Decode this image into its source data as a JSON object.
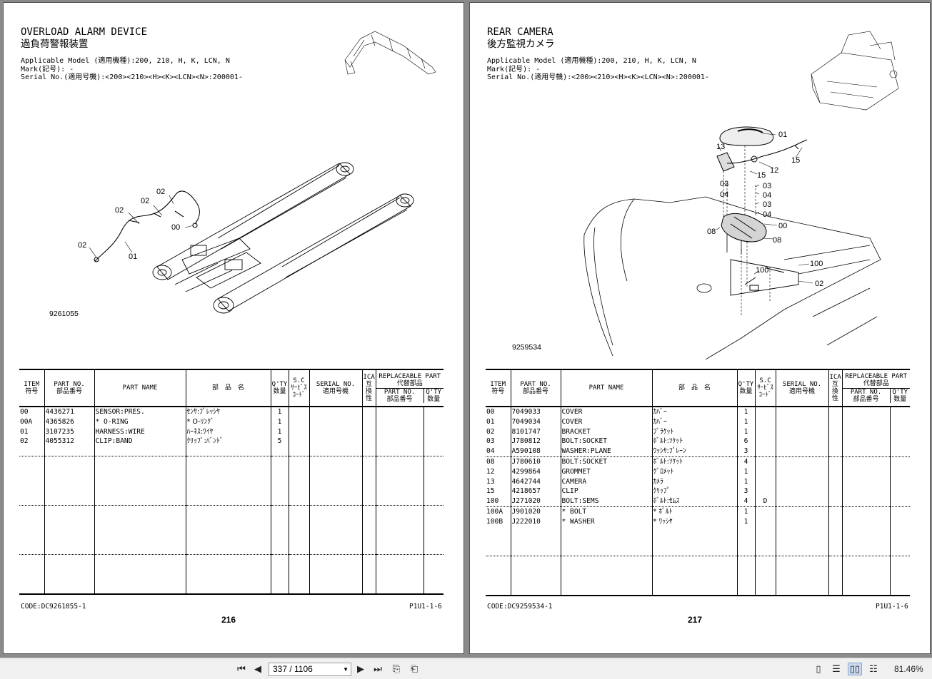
{
  "left_page": {
    "title": "OVERLOAD ALARM DEVICE",
    "title_jp": "過負荷警報装置",
    "applicable": "Applicable Model (適用機種):200, 210, H, K, LCN, N",
    "mark": "Mark(記号): -",
    "serial": "Serial No.(適用号機):<200><210><H><K><LCN><N>:200001-",
    "drawing_no": "9261055",
    "callouts": [
      "02",
      "02",
      "02",
      "02",
      "00",
      "01"
    ],
    "code": "CODE:DC9261055-1",
    "section": "P1U1-1-6",
    "page_number": "216",
    "parts": [
      {
        "item": "00",
        "part_no": "4436271",
        "name": "SENSOR:PRES.",
        "name_jp": "ｾﾝｻ:ﾌﾟﾚｯｼﾔ",
        "qty": "1",
        "sc": "",
        "serial": "",
        "ica": "",
        "rep_no": "",
        "rep_qty": ""
      },
      {
        "item": "00A",
        "part_no": "4365826",
        "name": "* O-RING",
        "name_jp": "* O-ﾘﾝｸﾞ",
        "qty": "1",
        "sc": "",
        "serial": "",
        "ica": "",
        "rep_no": "",
        "rep_qty": ""
      },
      {
        "item": "01",
        "part_no": "3107235",
        "name": "HARNESS:WIRE",
        "name_jp": "ﾊｰﾈｽ:ﾜｲﾔ",
        "qty": "1",
        "sc": "",
        "serial": "",
        "ica": "",
        "rep_no": "",
        "rep_qty": ""
      },
      {
        "item": "02",
        "part_no": "4055312",
        "name": "CLIP:BAND",
        "name_jp": "ｸﾘｯﾌﾟ:ﾊﾞﾝﾄﾞ",
        "qty": "5",
        "sc": "",
        "serial": "",
        "ica": "",
        "rep_no": "",
        "rep_qty": ""
      }
    ]
  },
  "right_page": {
    "title": "REAR CAMERA",
    "title_jp": "後方監視カメラ",
    "applicable": "Applicable Model (適用機種):200, 210, H, K, LCN, N",
    "mark": "Mark(記号): -",
    "serial": "Serial No.(適用号機):<200><210><H><K><LCN><N>:200001-",
    "drawing_no": "9259534",
    "callouts": [
      "01",
      "13",
      "15",
      "12",
      "15",
      "03",
      "04",
      "03",
      "04",
      "03",
      "04",
      "08",
      "00",
      "08",
      "100",
      "100",
      "02"
    ],
    "code": "CODE:DC9259534-1",
    "section": "P1U1-1-6",
    "page_number": "217",
    "parts": [
      {
        "item": "00",
        "part_no": "7049033",
        "name": "COVER",
        "name_jp": "ｶﾊﾞｰ",
        "qty": "1",
        "sc": "",
        "serial": "",
        "ica": "",
        "rep_no": "",
        "rep_qty": ""
      },
      {
        "item": "01",
        "part_no": "7049034",
        "name": "COVER",
        "name_jp": "ｶﾊﾞｰ",
        "qty": "1",
        "sc": "",
        "serial": "",
        "ica": "",
        "rep_no": "",
        "rep_qty": ""
      },
      {
        "item": "02",
        "part_no": "8101747",
        "name": "BRACKET",
        "name_jp": "ﾌﾞﾗｹｯﾄ",
        "qty": "1",
        "sc": "",
        "serial": "",
        "ica": "",
        "rep_no": "",
        "rep_qty": ""
      },
      {
        "item": "03",
        "part_no": "J780812",
        "name": "BOLT:SOCKET",
        "name_jp": "ﾎﾞﾙﾄ:ｿｹｯﾄ",
        "qty": "6",
        "sc": "",
        "serial": "",
        "ica": "",
        "rep_no": "",
        "rep_qty": ""
      },
      {
        "item": "04",
        "part_no": "A590108",
        "name": "WASHER:PLANE",
        "name_jp": "ﾜｯｼﾔ:ﾌﾟﾚｰﾝ",
        "qty": "3",
        "sc": "",
        "serial": "",
        "ica": "",
        "rep_no": "",
        "rep_qty": ""
      },
      {
        "item": "08",
        "part_no": "J780610",
        "name": "BOLT:SOCKET",
        "name_jp": "ﾎﾞﾙﾄ:ｿｹｯﾄ",
        "qty": "4",
        "sc": "",
        "serial": "",
        "ica": "",
        "rep_no": "",
        "rep_qty": ""
      },
      {
        "item": "12",
        "part_no": "4299864",
        "name": "GROMMET",
        "name_jp": "ｸﾞﾛﾒｯﾄ",
        "qty": "1",
        "sc": "",
        "serial": "",
        "ica": "",
        "rep_no": "",
        "rep_qty": ""
      },
      {
        "item": "13",
        "part_no": "4642744",
        "name": "CAMERA",
        "name_jp": "ｶﾒﾗ",
        "qty": "1",
        "sc": "",
        "serial": "",
        "ica": "",
        "rep_no": "",
        "rep_qty": ""
      },
      {
        "item": "15",
        "part_no": "4218657",
        "name": "CLIP",
        "name_jp": "ｸﾘｯﾌﾟ",
        "qty": "3",
        "sc": "",
        "serial": "",
        "ica": "",
        "rep_no": "",
        "rep_qty": ""
      },
      {
        "item": "100",
        "part_no": "J271020",
        "name": "BOLT:SEMS",
        "name_jp": "ﾎﾞﾙﾄ:ｾﾑｽ",
        "qty": "4",
        "sc": "D",
        "serial": "",
        "ica": "",
        "rep_no": "",
        "rep_qty": ""
      },
      {
        "item": "100A",
        "part_no": "J901020",
        "name": "* BOLT",
        "name_jp": "* ﾎﾞﾙﾄ",
        "qty": "1",
        "sc": "",
        "serial": "",
        "ica": "",
        "rep_no": "",
        "rep_qty": ""
      },
      {
        "item": "100B",
        "part_no": "J222010",
        "name": "* WASHER",
        "name_jp": "* ﾜｯｼﾔ",
        "qty": "1",
        "sc": "",
        "serial": "",
        "ica": "",
        "rep_no": "",
        "rep_qty": ""
      }
    ]
  },
  "table_headers": {
    "item": "ITEM",
    "item_jp": "符号",
    "part_no": "PART NO.",
    "part_no_jp": "部品番号",
    "part_name": "PART NAME",
    "name_jp": "部　品　名",
    "qty": "Q'TY",
    "qty_jp": "数量",
    "sc": "S.C",
    "sc_jp1": "ｻｰﾋﾞｽ",
    "sc_jp2": "ｺｰﾄﾞ",
    "serial": "SERIAL NO.",
    "serial_jp": "適用号機",
    "ica": "ICA",
    "ica_jp": "互換性",
    "replaceable": "REPLACEABLE PART",
    "replaceable_jp": "代替部品",
    "rep_part_no": "PART NO.",
    "rep_part_no_jp": "部品番号",
    "rep_qty": "Q'TY",
    "rep_qty_jp": "数量"
  },
  "toolbar": {
    "page_display": "337 / 1106",
    "zoom": "81.46%",
    "icons": [
      "first-page-icon",
      "prev-page-icon",
      "next-page-icon",
      "last-page-icon",
      "prev-view-icon",
      "next-view-icon",
      "single-page-icon",
      "continuous-icon",
      "two-page-icon",
      "two-page-continuous-icon"
    ]
  }
}
